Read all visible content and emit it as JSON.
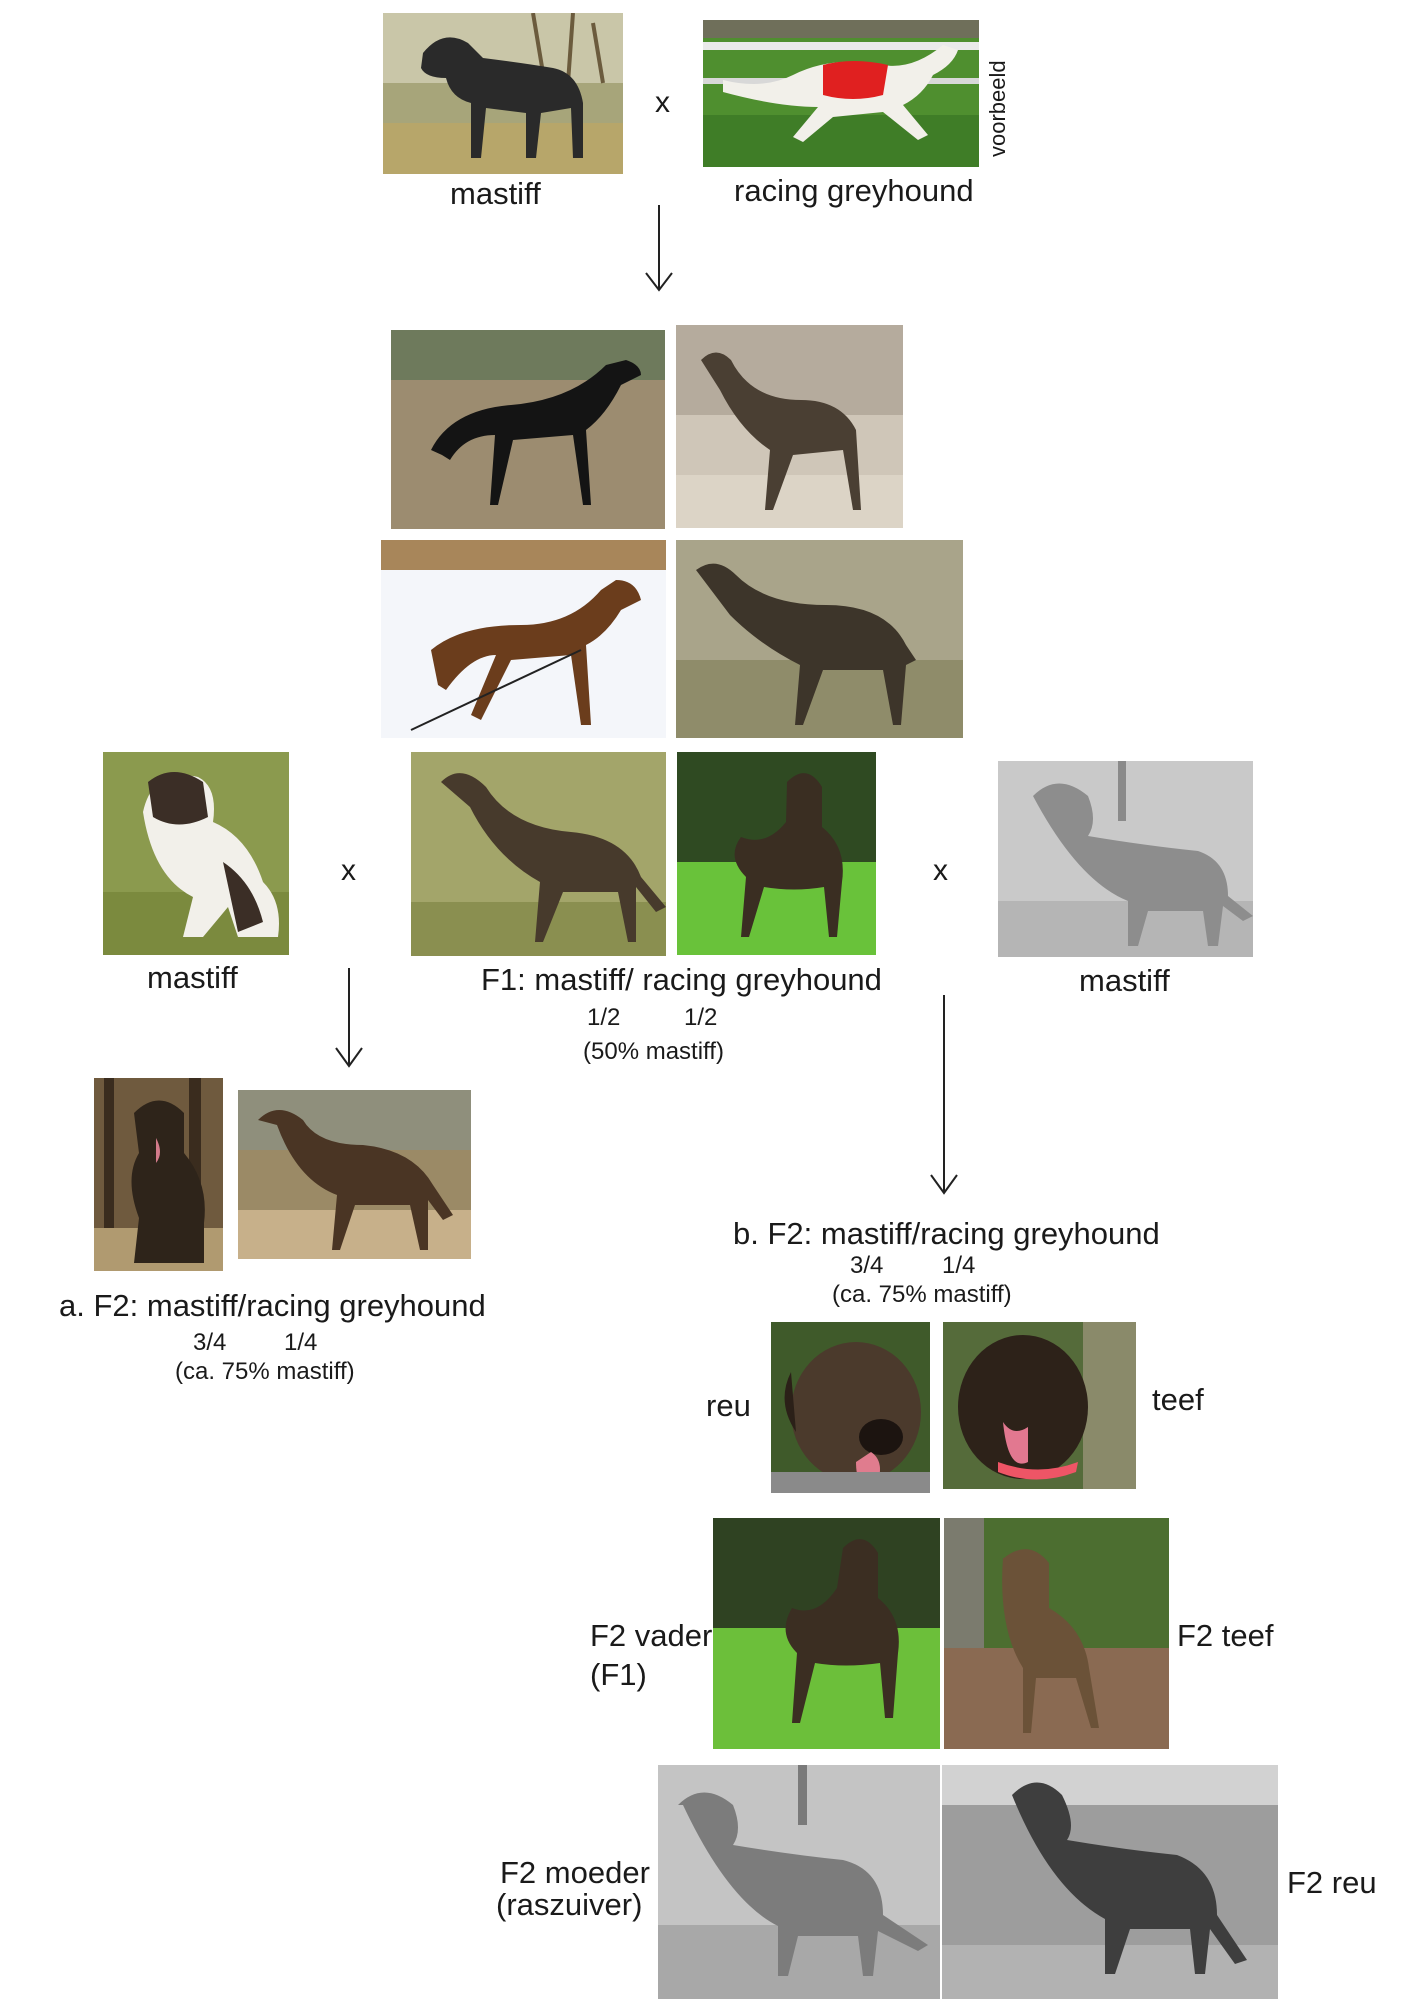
{
  "labels": {
    "mastiff_top": "mastiff",
    "greyhound_top": "racing greyhound",
    "voorbeeld": "voorbeeld",
    "cross": "x",
    "mastiff_left": "mastiff",
    "mastiff_right": "mastiff",
    "f1_title": "F1:  mastiff/ racing greyhound",
    "f1_ratio_a": "1/2",
    "f1_ratio_b": "1/2",
    "f1_pct": "(50% mastiff)",
    "f2a_title": "a. F2: mastiff/racing greyhound",
    "f2a_ratio_a": "3/4",
    "f2a_ratio_b": "1/4",
    "f2a_pct": "(ca. 75% mastiff)",
    "f2b_title": "b. F2: mastiff/racing greyhound",
    "f2b_ratio_a": "3/4",
    "f2b_ratio_b": "1/4",
    "f2b_pct": "(ca. 75% mastiff)",
    "reu": "reu",
    "teef": "teef",
    "f2_vader": "F2 vader",
    "f2_vader_sub": "(F1)",
    "f2_teef": "F2  teef",
    "f2_moeder": "F2 moeder",
    "f2_moeder_sub": "(raszuiver)",
    "f2_reu": "F2 reu"
  }
}
